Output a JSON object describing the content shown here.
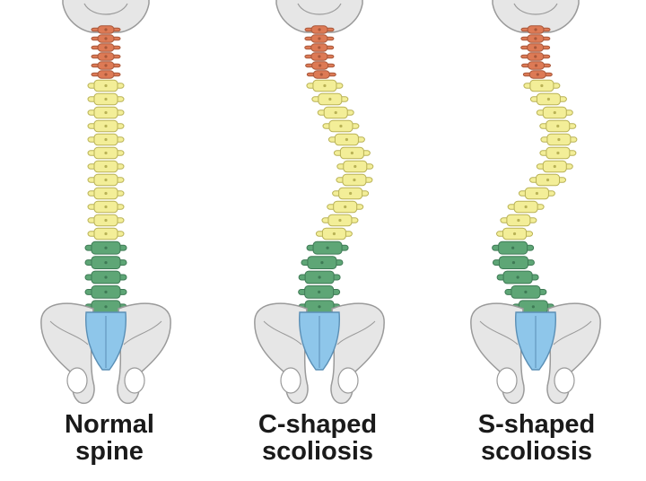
{
  "figure": {
    "panels": [
      {
        "id": "normal",
        "caption_line1": "Normal",
        "caption_line2": "spine"
      },
      {
        "id": "c-shaped",
        "caption_line1": "C-shaped",
        "caption_line2": "scoliosis"
      },
      {
        "id": "s-shaped",
        "caption_line1": "S-shaped",
        "caption_line2": "scoliosis"
      }
    ],
    "colors": {
      "cervical": "#dd7a55",
      "thoracic": "#f3ee98",
      "lumbar": "#5ea676",
      "sacrum": "#8ec6ea",
      "bone": "#e6e6e6",
      "outline": "#9a9a9a",
      "text": "#1a1a1a"
    }
  }
}
